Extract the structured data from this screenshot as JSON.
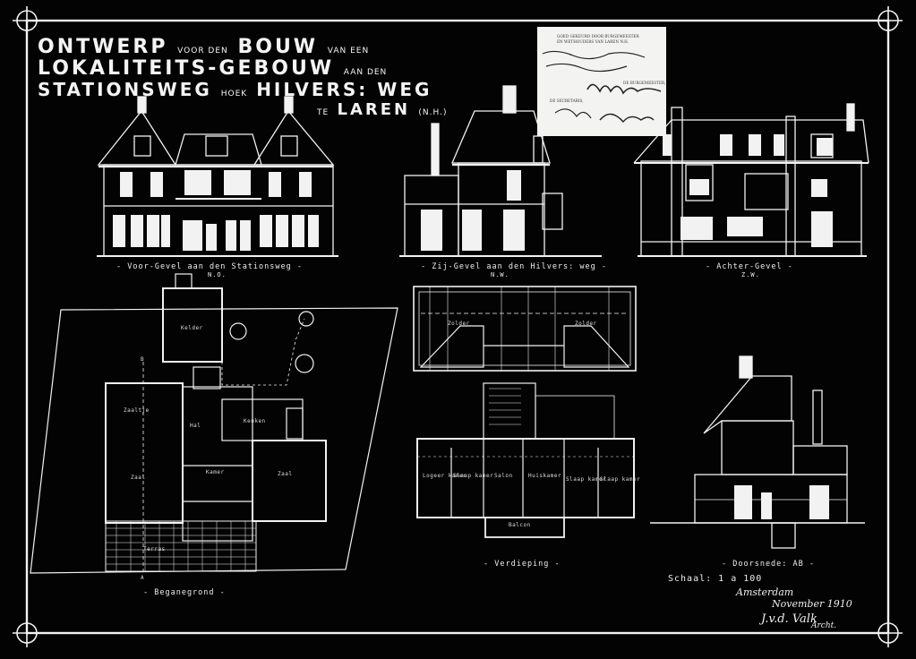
{
  "title": {
    "line1_a": "Ontwerp",
    "line1_b": "voor den",
    "line1_c": "Bouw",
    "line1_d": "van een",
    "line2_a": "Lokaliteits-Gebouw",
    "line2_b": "aan den",
    "line3_a": "Stationsweg",
    "line3_b": "hoek",
    "line3_c": "Hilvers: weg",
    "line4_a": "te",
    "line4_b": "Laren",
    "line4_c": "(N.H.)"
  },
  "stamp": {
    "line1": "GOED GEKEURD DOOR BURGEMEESTER",
    "line2": "EN WETHOUDERS VAN LAREN N.H.",
    "line3": "DE BURGEMEESTER,",
    "line4": "DE SECRETARIS,"
  },
  "views": {
    "front": "- Voor-Gevel aan den Stationsweg -",
    "front_orient": "N.O.",
    "side": "- Zij-Gevel aan den Hilvers: weg -",
    "side_orient": "N.W.",
    "rear": "- Achter-Gevel -",
    "rear_orient": "Z.W.",
    "ground": "- Beganegrond -",
    "upper": "- Verdieping -",
    "section": "- Doorsnede: AB -",
    "scale": "Schaal: 1 a 100"
  },
  "rooms": {
    "kelder": "Kelder",
    "zaaltje": "Zaaltje",
    "zaal_left": "Zaal",
    "zaal_right": "Zaal",
    "keuken": "Keuken",
    "kamer": "Kamer",
    "terras": "Terras",
    "hal": "Hal",
    "zolder_l": "Zolder",
    "zolder_r": "Zolder",
    "logeer": "Logeer kamer",
    "slaap1": "Slaap kamer",
    "salon": "Salon",
    "huiskamer": "Huiskamer",
    "slaap2": "Slaap kamer",
    "slaap3": "Slaap kamer",
    "balcon": "Balcon",
    "section_a": "A",
    "section_b": "B"
  },
  "signature": {
    "place": "Amsterdam",
    "date": "November 1910",
    "architect": "J.v.d. Valk",
    "role": "Archt."
  },
  "colors": {
    "background": "#030303",
    "lines": "#f2f2f2",
    "stamp_paper": "#f3f3f1"
  }
}
